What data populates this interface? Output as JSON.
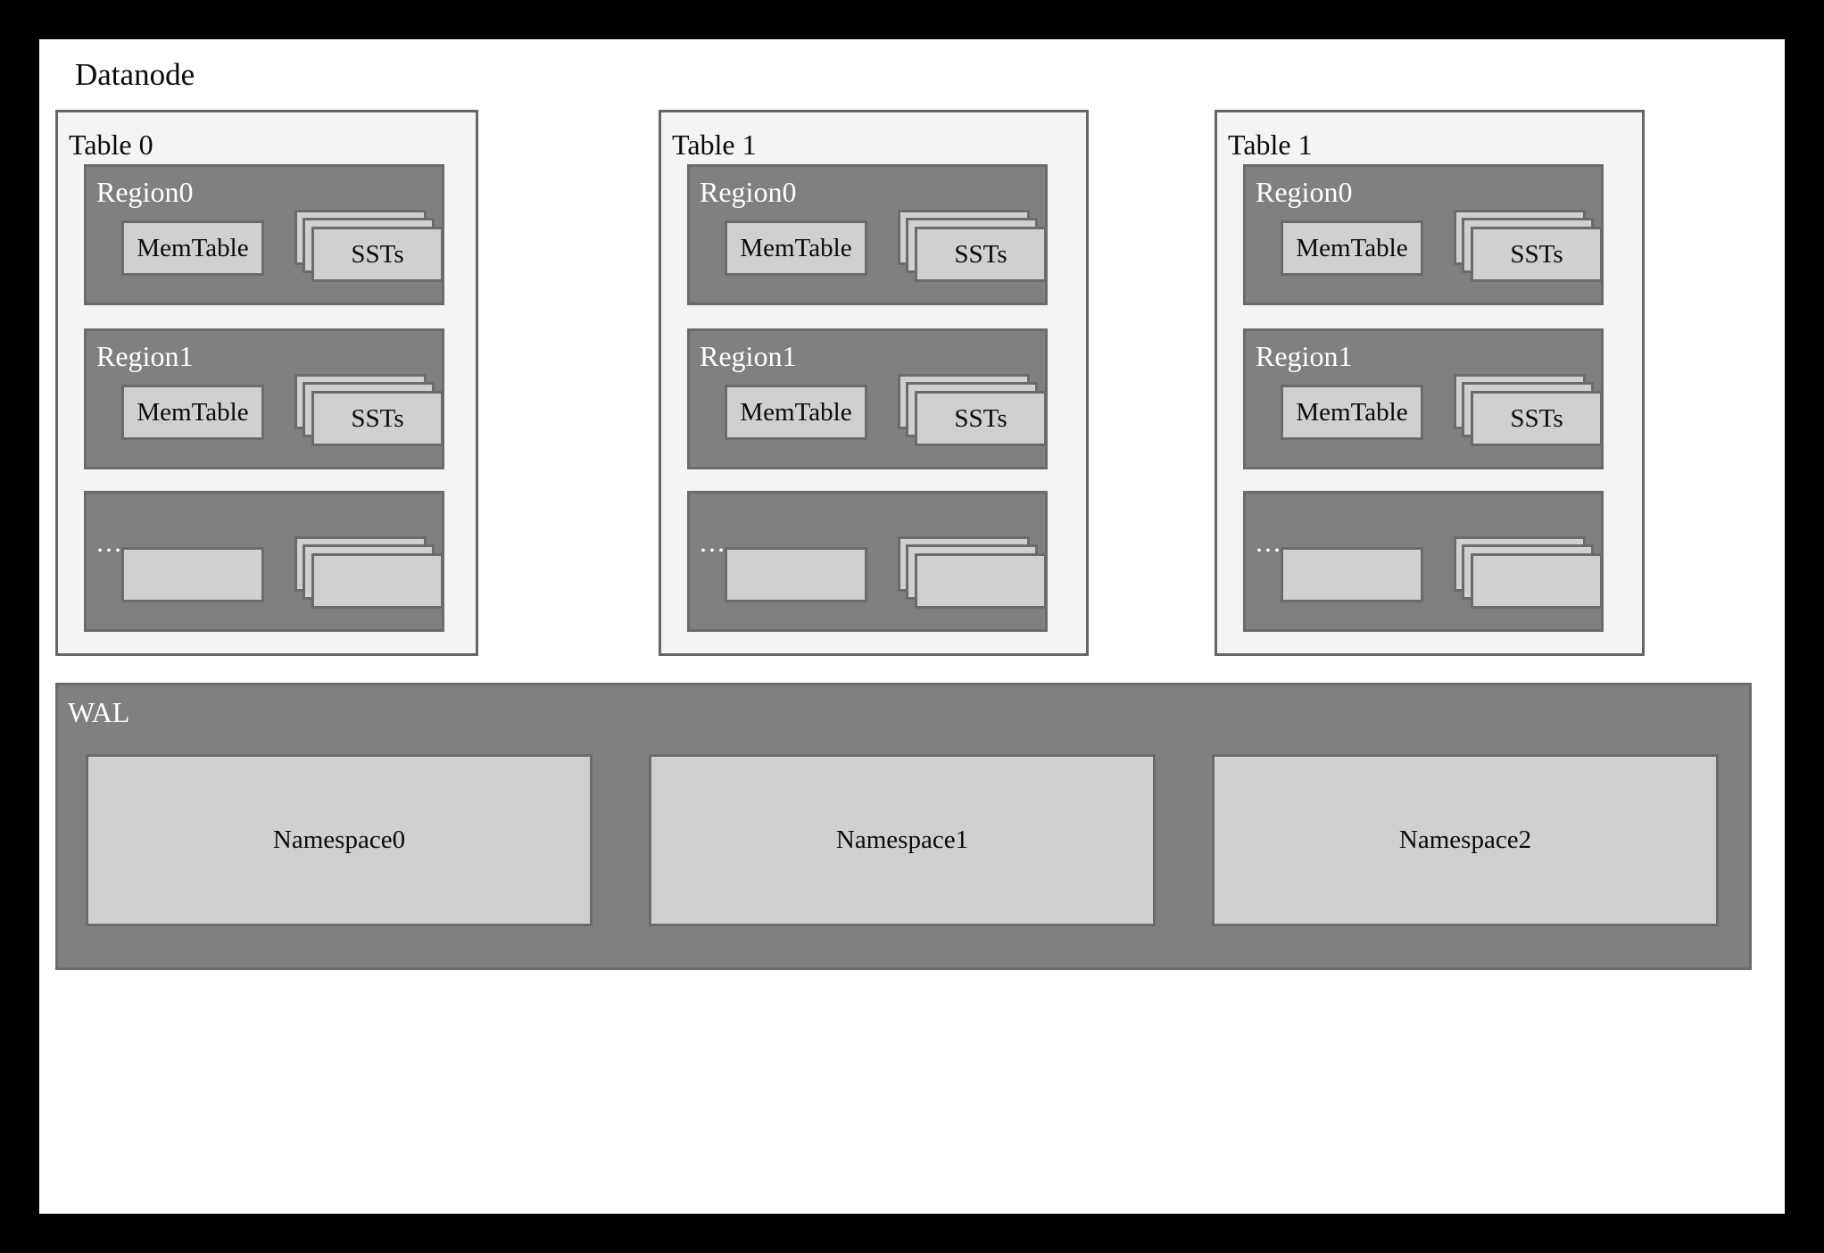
{
  "diagram": {
    "title": "Datanode",
    "colors": {
      "canvas_background": "#ffffff",
      "outer_background": "#000000",
      "table_panel_fill": "#f4f4f4",
      "region_fill": "#808080",
      "inner_box_fill": "#d0d0d0",
      "border": "#666666",
      "dark_text": "#0a0a0a",
      "light_text": "#ffffff"
    },
    "tables": [
      {
        "label": "Table 0",
        "regions": [
          {
            "label": "Region0",
            "memtable_label": "MemTable",
            "sst_label": "SSTs",
            "sst_stack_count": 3
          },
          {
            "label": "Region1",
            "memtable_label": "MemTable",
            "sst_label": "SSTs",
            "sst_stack_count": 3
          },
          {
            "label": "...",
            "memtable_label": "",
            "sst_label": "",
            "sst_stack_count": 3
          }
        ]
      },
      {
        "label": "Table 1",
        "regions": [
          {
            "label": "Region0",
            "memtable_label": "MemTable",
            "sst_label": "SSTs",
            "sst_stack_count": 3
          },
          {
            "label": "Region1",
            "memtable_label": "MemTable",
            "sst_label": "SSTs",
            "sst_stack_count": 3
          },
          {
            "label": "...",
            "memtable_label": "",
            "sst_label": "",
            "sst_stack_count": 3
          }
        ]
      },
      {
        "label": "Table 1",
        "regions": [
          {
            "label": "Region0",
            "memtable_label": "MemTable",
            "sst_label": "SSTs",
            "sst_stack_count": 3
          },
          {
            "label": "Region1",
            "memtable_label": "MemTable",
            "sst_label": "SSTs",
            "sst_stack_count": 3
          },
          {
            "label": "...",
            "memtable_label": "",
            "sst_label": "",
            "sst_stack_count": 3
          }
        ]
      }
    ],
    "wal": {
      "label": "WAL",
      "namespaces": [
        {
          "label": "Namespace0"
        },
        {
          "label": "Namespace1"
        },
        {
          "label": "Namespace2"
        }
      ]
    }
  }
}
